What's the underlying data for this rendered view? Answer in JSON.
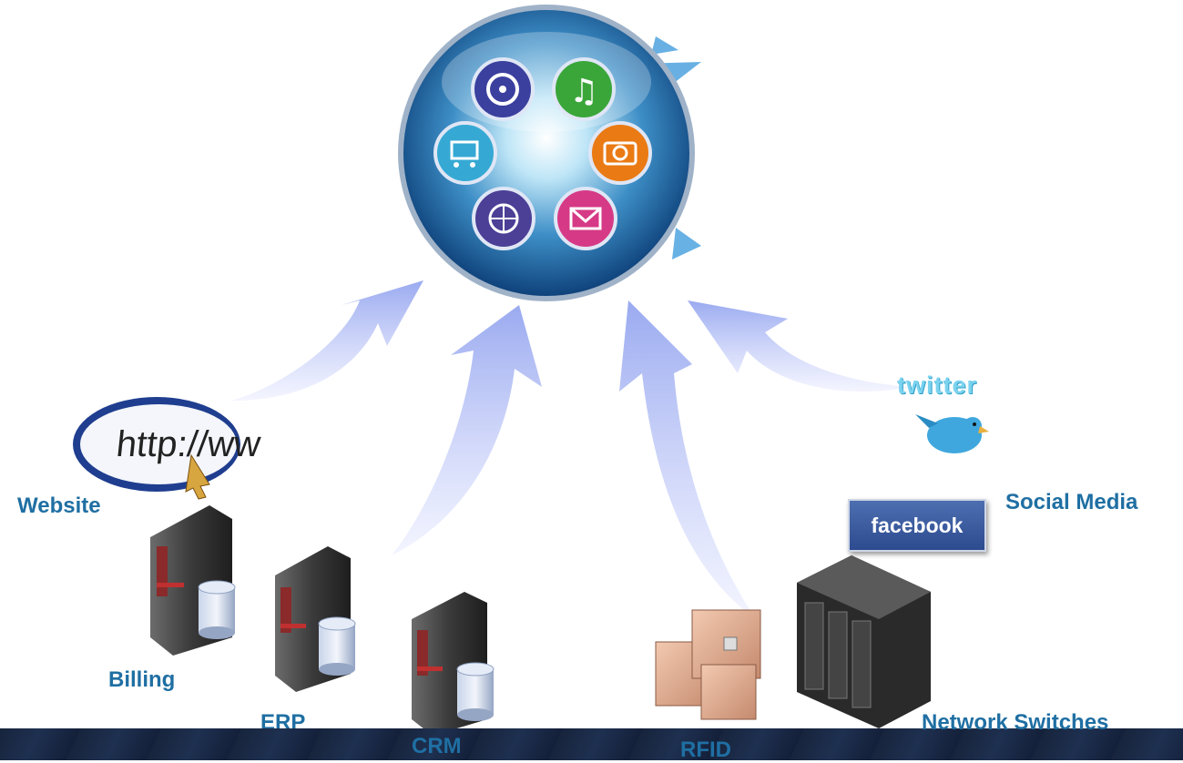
{
  "labels": {
    "website": "Website",
    "billing": "Billing",
    "erp": "ERP",
    "crm": "CRM",
    "rfid": "RFID",
    "social_media": "Social Media",
    "network_switches": "Network Switches"
  },
  "logos": {
    "twitter": "twitter",
    "facebook": "facebook",
    "http": "http://ww"
  },
  "hub_icons": [
    "film-icon",
    "music-note-icon",
    "camera-icon",
    "mail-icon",
    "globe-cursor-icon",
    "shopping-cart-icon"
  ],
  "colors": {
    "label_text": "#1f6fa3",
    "arrow": "#a9b6f0",
    "bottom_band": "#1b2a45"
  }
}
